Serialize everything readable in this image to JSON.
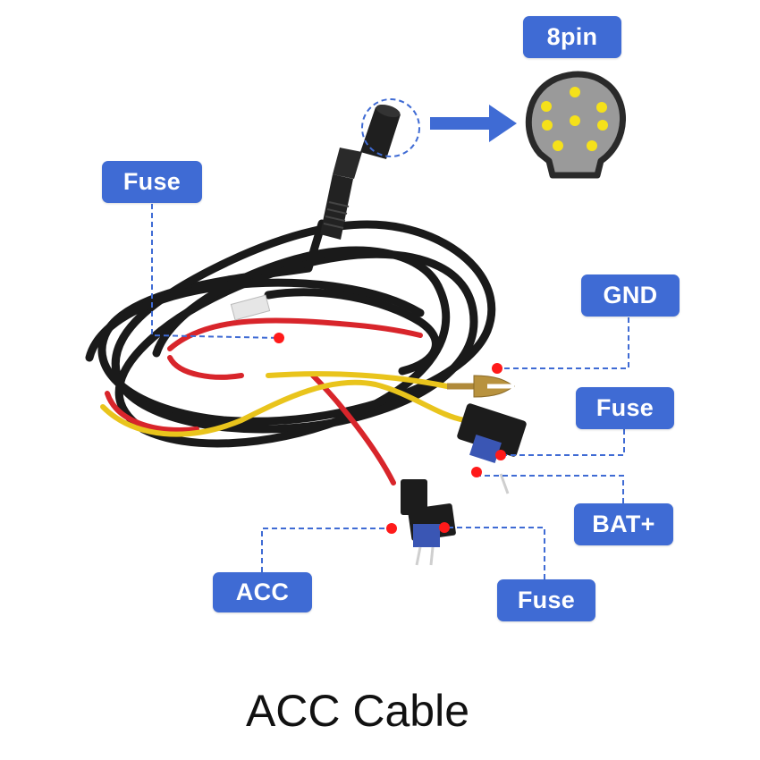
{
  "labels": {
    "pin": "8pin",
    "fuse_top_left": "Fuse",
    "gnd": "GND",
    "fuse_right": "Fuse",
    "bat_plus": "BAT+",
    "acc": "ACC",
    "fuse_bottom": "Fuse"
  },
  "caption": "ACC Cable",
  "icons": {
    "connector": "8-pin-round-connector-icon",
    "arrow": "arrow-right-icon"
  },
  "colors": {
    "label_bg": "#3f6bd4",
    "label_text": "#ffffff",
    "leader_line": "#3f6bd4",
    "marker_dot": "#ff1a1a",
    "pin_dot": "#f5e11a",
    "wire_black": "#1a1a1a",
    "wire_red": "#d8252b",
    "wire_yellow": "#e9c41c"
  }
}
